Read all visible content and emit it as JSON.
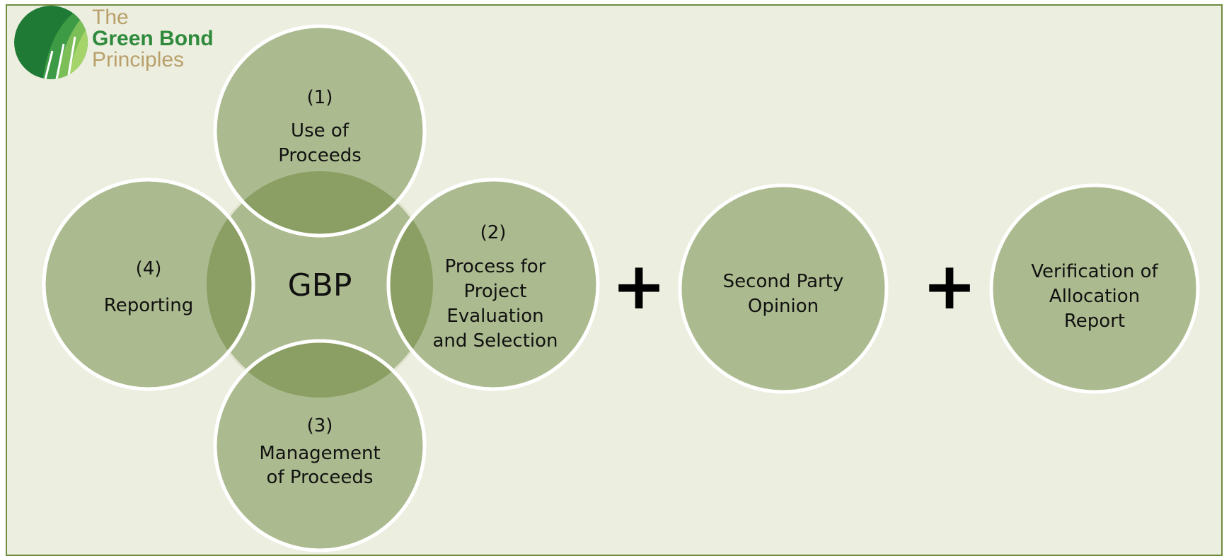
{
  "logo": {
    "line1": "The",
    "line2": "Green Bond",
    "line3": "Principles"
  },
  "diagram": {
    "center": "GBP",
    "nodes": [
      {
        "id": "use-of-proceeds",
        "lines": [
          "(1)",
          "Use of",
          "Proceeds"
        ]
      },
      {
        "id": "process",
        "lines": [
          "(2)",
          "Process for",
          "Project",
          "Evaluation",
          "and Selection"
        ]
      },
      {
        "id": "management",
        "lines": [
          "(3)",
          "Management",
          "of Proceeds"
        ]
      },
      {
        "id": "reporting",
        "lines": [
          "(4)",
          "Reporting"
        ]
      }
    ],
    "plus_sign": "+",
    "extras": [
      {
        "id": "second-party-opinion",
        "lines": [
          "Second Party",
          "Opinion"
        ]
      },
      {
        "id": "verification",
        "lines": [
          "Verification of",
          "Allocation",
          "Report"
        ]
      }
    ]
  },
  "colors": {
    "background": "#eceee0",
    "border": "#6f8c3e",
    "circle_fill": "#acbb8f",
    "circle_stroke": "#ffffff",
    "overlap_fill": "#8b9f64",
    "logo_dark": "#1e7a34",
    "logo_mid": "#55a548",
    "logo_light": "#a5d46a"
  }
}
